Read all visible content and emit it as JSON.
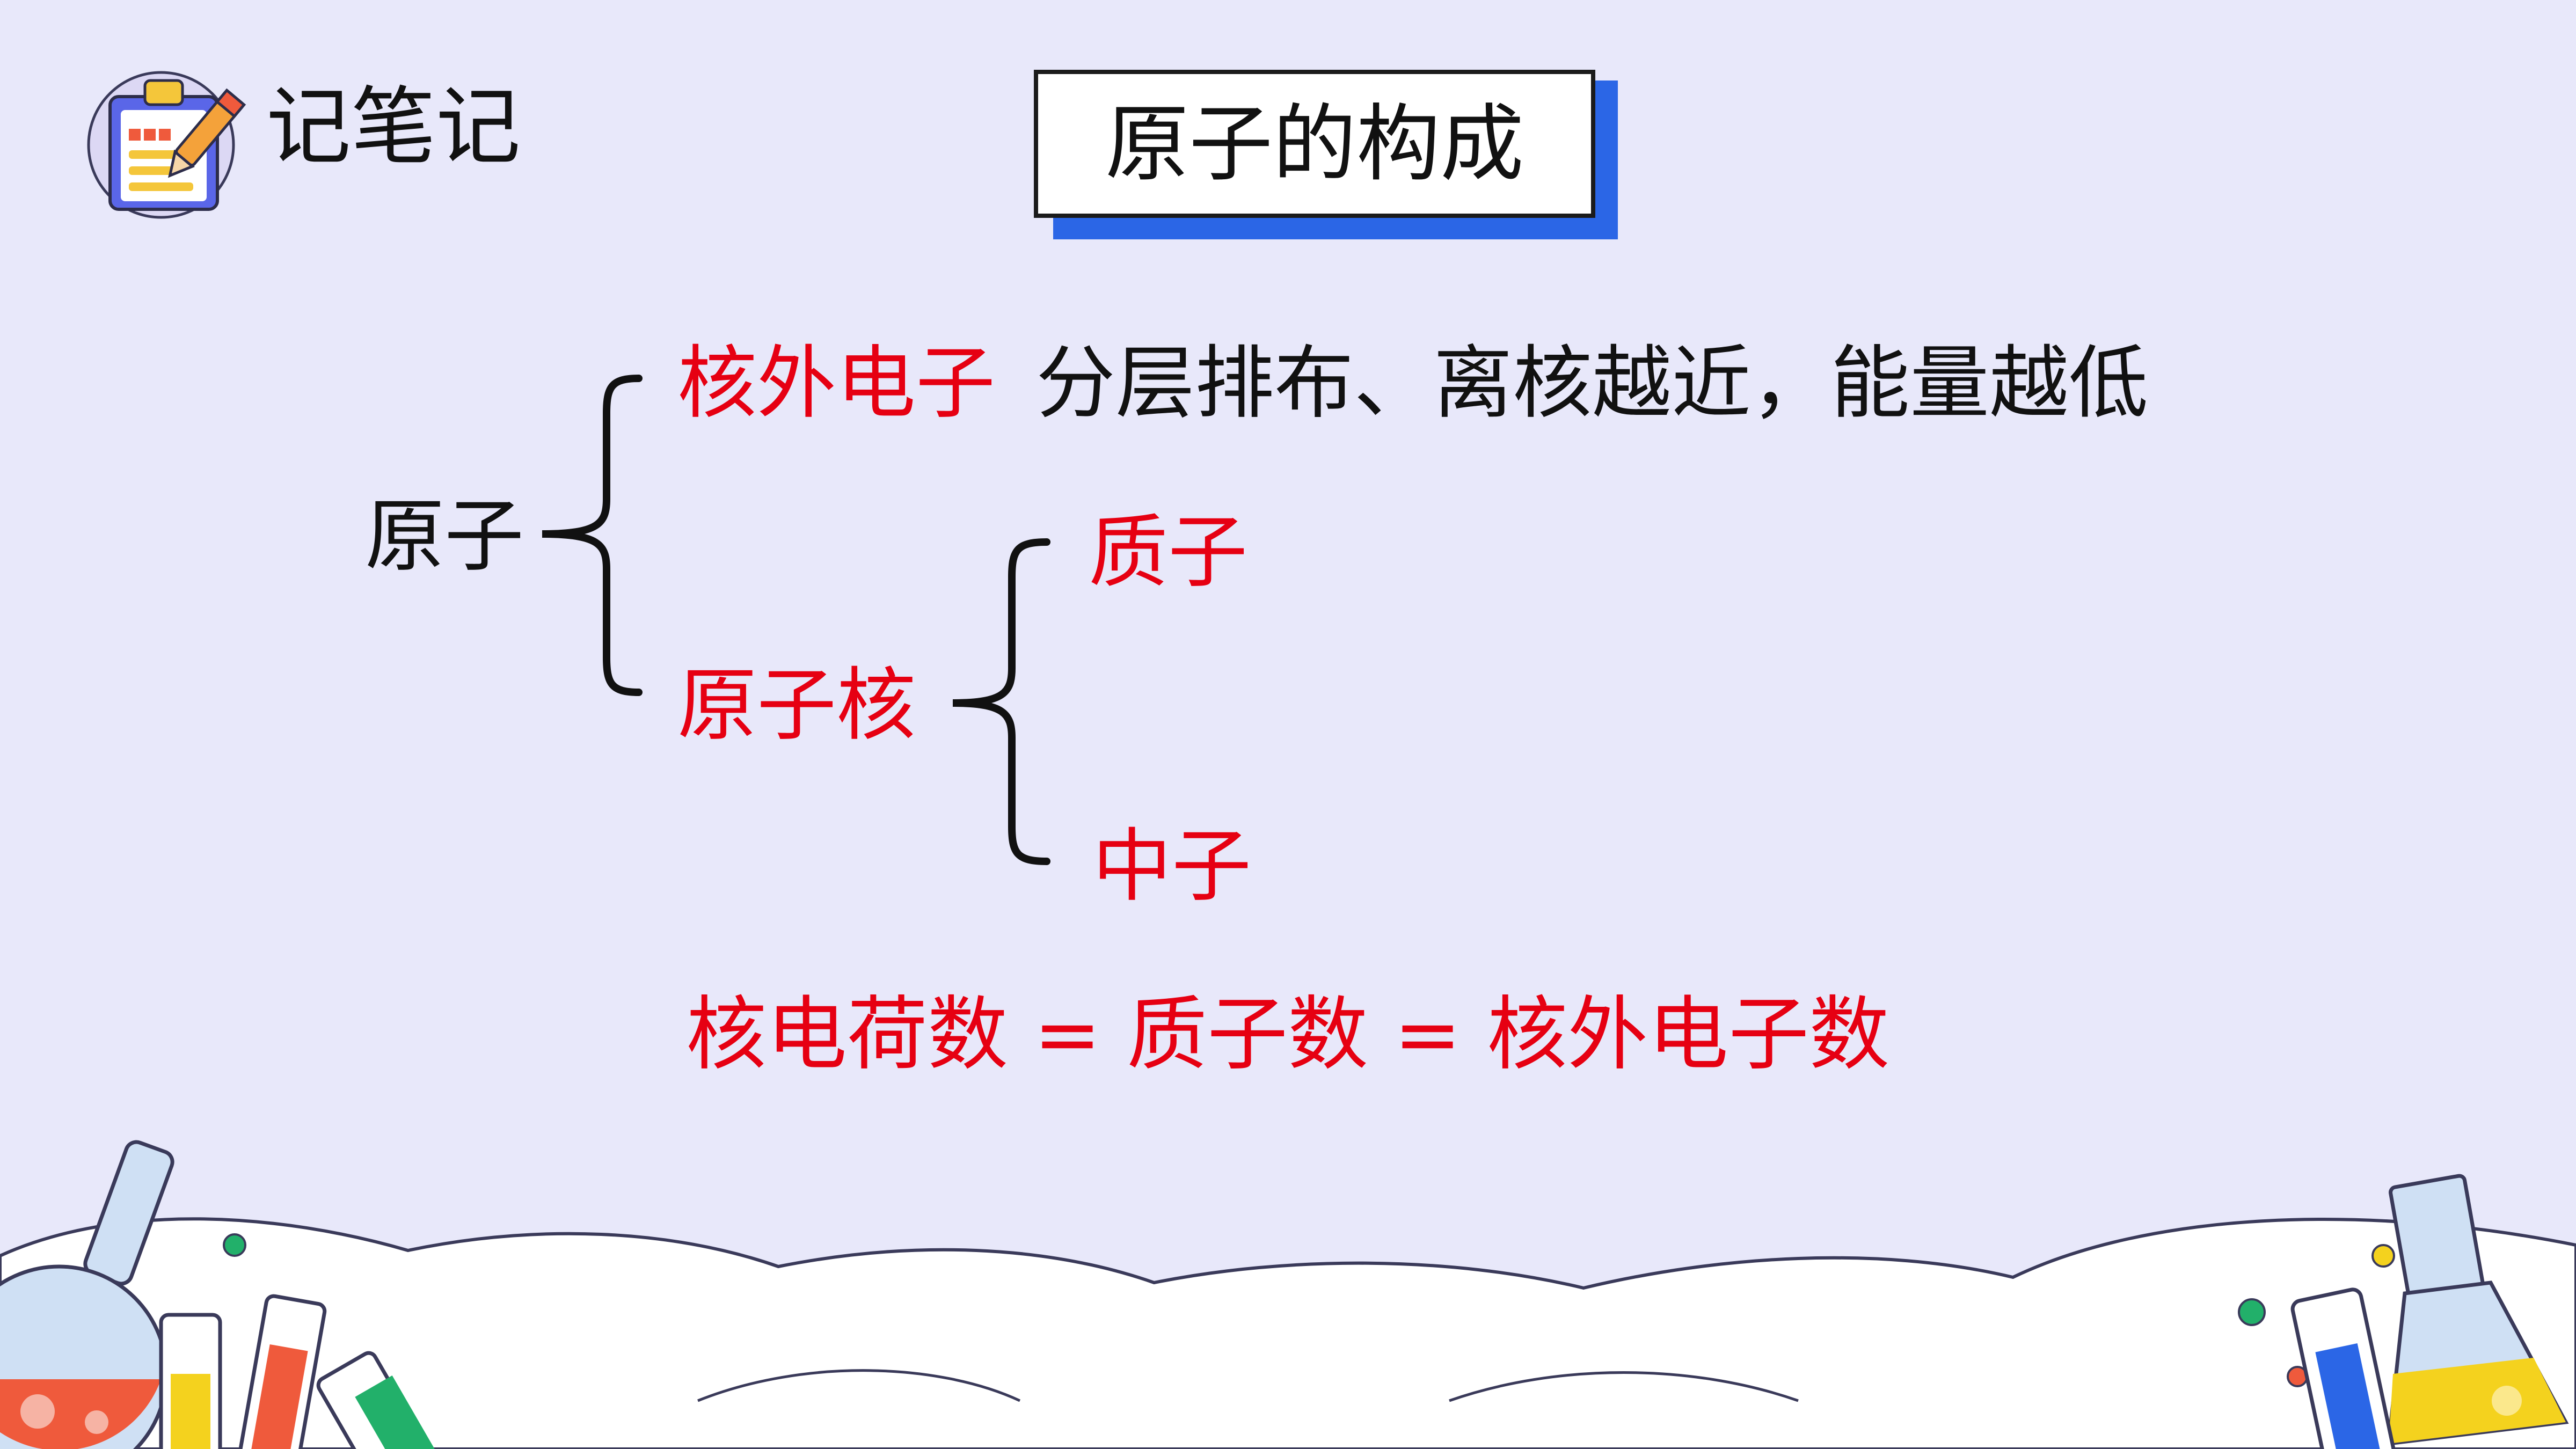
{
  "header": {
    "note_label": "记笔记",
    "title": "原子的构成"
  },
  "diagram": {
    "root": "原子",
    "branch_electrons": "核外电子",
    "electron_note": "分层排布、离核越近，能量越低",
    "branch_nucleus": "原子核",
    "proton": "质子",
    "neutron": "中子"
  },
  "formula": "核电荷数 = 质子数 = 核外电子数",
  "colors": {
    "background": "#e8e8fa",
    "accent_blue": "#2b66e6",
    "highlight_red": "#e60012",
    "text_black": "#111111"
  }
}
